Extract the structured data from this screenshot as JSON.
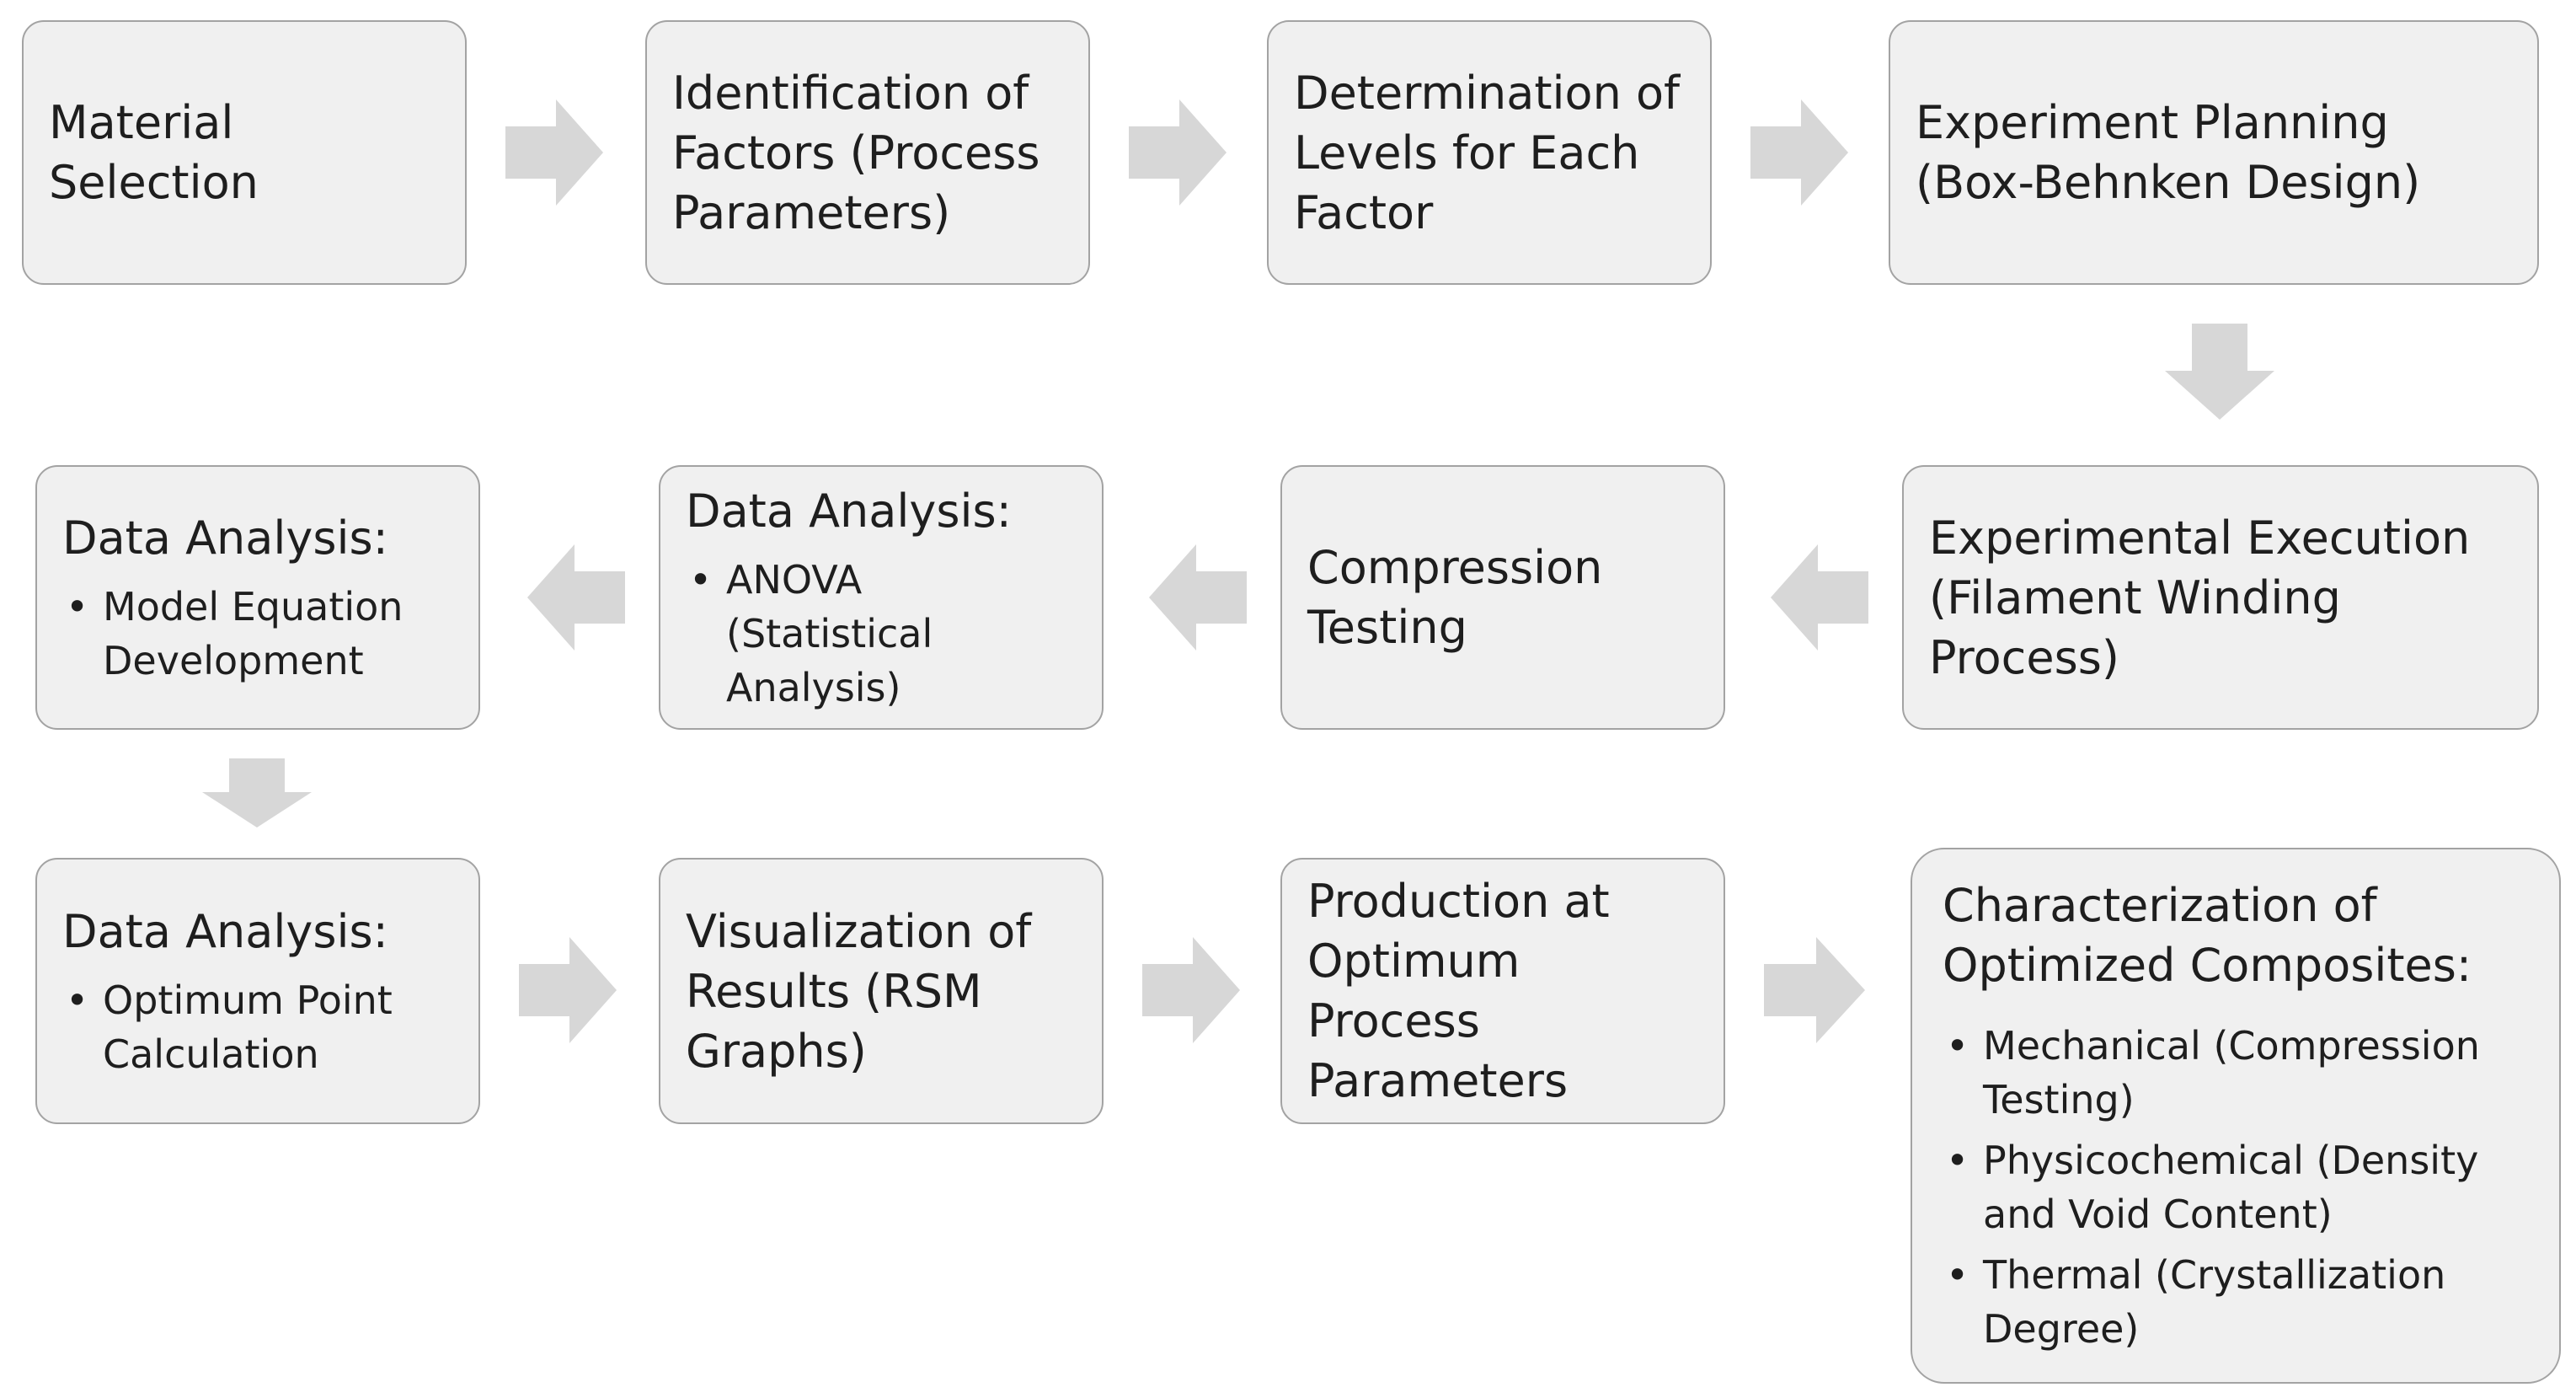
{
  "steps": {
    "material_selection": "Material Selection",
    "identification_of_factors": "Identification of Factors (Process Parameters)",
    "determination_of_levels": "Determination of Levels for Each Factor",
    "experiment_planning": "Experiment Planning (Box-Behnken Design)",
    "experimental_execution": "Experimental Execution (Filament Winding Process)",
    "compression_testing": "Compression Testing",
    "anova": {
      "heading": "Data Analysis:",
      "bullets": [
        "ANOVA (Statistical Analysis)"
      ]
    },
    "model_equation": {
      "heading": "Data Analysis:",
      "bullets": [
        "Model Equation Development"
      ]
    },
    "optimum_point": {
      "heading": "Data Analysis:",
      "bullets": [
        "Optimum Point Calculation"
      ]
    },
    "visualization": "Visualization of Results (RSM Graphs)",
    "production": "Production at Optimum Process Parameters",
    "characterization": {
      "heading": "Characterization of Optimized Composites:",
      "bullets": [
        "Mechanical (Compression Testing)",
        "Physicochemical (Density and Void Content)",
        "Thermal (Crystallization Degree)"
      ]
    }
  },
  "colors": {
    "box_fill": "#f0f0f0",
    "box_border": "#a3a3a3",
    "arrow": "#d7d7d7",
    "text": "#1e1e1e"
  }
}
